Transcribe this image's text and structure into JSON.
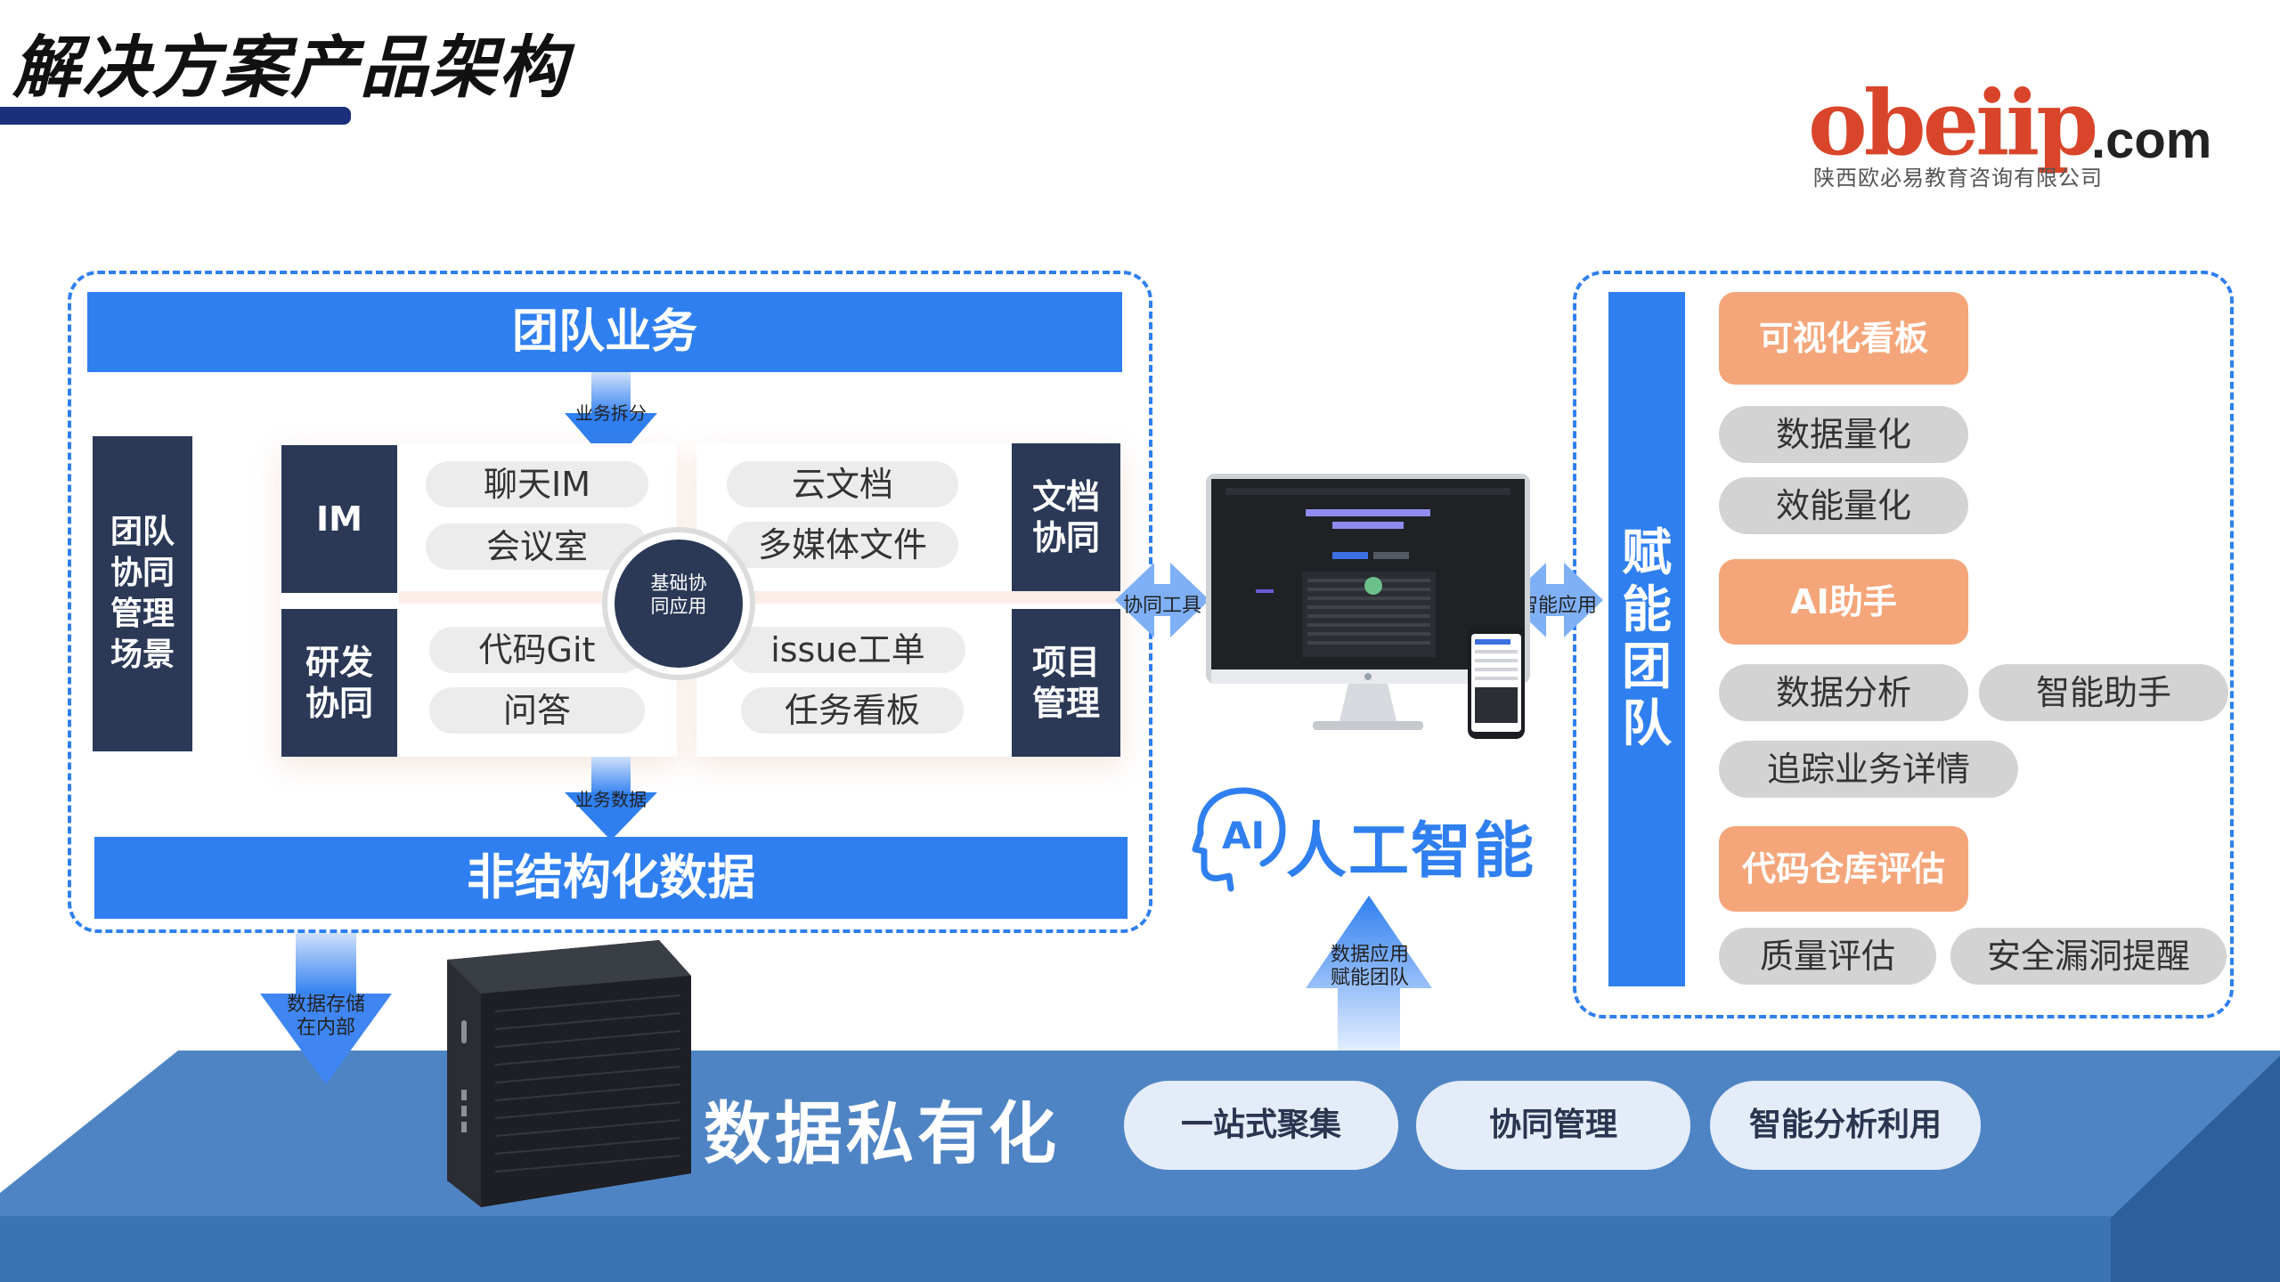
{
  "header": {
    "title": "解决方案产品架构"
  },
  "logo": {
    "main": "obeiip",
    "suffix": ".com",
    "company": "陕西欧必易教育咨询有限公司"
  },
  "team_business": {
    "top_band": "团队业务",
    "bottom_band": "非结构化数据",
    "arrow_top_label": "业务拆分",
    "arrow_bottom_label": "业务数据",
    "scene_label": "团队协同管理场景",
    "im_tag": "IM",
    "rd_tag": "研发协同",
    "doc_tag": "文档协同",
    "project_tag": "项目管理",
    "basic_circle": "基础协同应用",
    "pills": {
      "chat": "聊天IM",
      "meeting": "会议室",
      "clouddoc": "云文档",
      "media": "多媒体文件",
      "git": "代码Git",
      "qa": "问答",
      "issue": "issue工单",
      "kanban": "任务看板"
    }
  },
  "connectors": {
    "collab_tool": "协同工具",
    "smart_app": "智能应用",
    "storage": "数据存储在内部",
    "ai_empower": "数据应用赋能团队"
  },
  "ai": {
    "badge": "AI",
    "label": "人工智能"
  },
  "empower": {
    "vertical_title": "赋能团队",
    "visual_board": "可视化看板",
    "data_quant": "数据量化",
    "eff_quant": "效能量化",
    "ai_assistant": "AI助手",
    "data_analysis": "数据分析",
    "smart_assistant": "智能助手",
    "track_detail": "追踪业务详情",
    "repo_eval": "代码仓库评估",
    "quality_eval": "质量评估",
    "security_alert": "安全漏洞提醒"
  },
  "privatization": {
    "title": "数据私有化",
    "items": [
      "一站式聚集",
      "协同管理",
      "智能分析利用"
    ]
  },
  "colors": {
    "primary_blue": "#2f7ff0",
    "navy": "#2b3957",
    "orange": "#f4a67a",
    "floor": "#4f84c4"
  }
}
